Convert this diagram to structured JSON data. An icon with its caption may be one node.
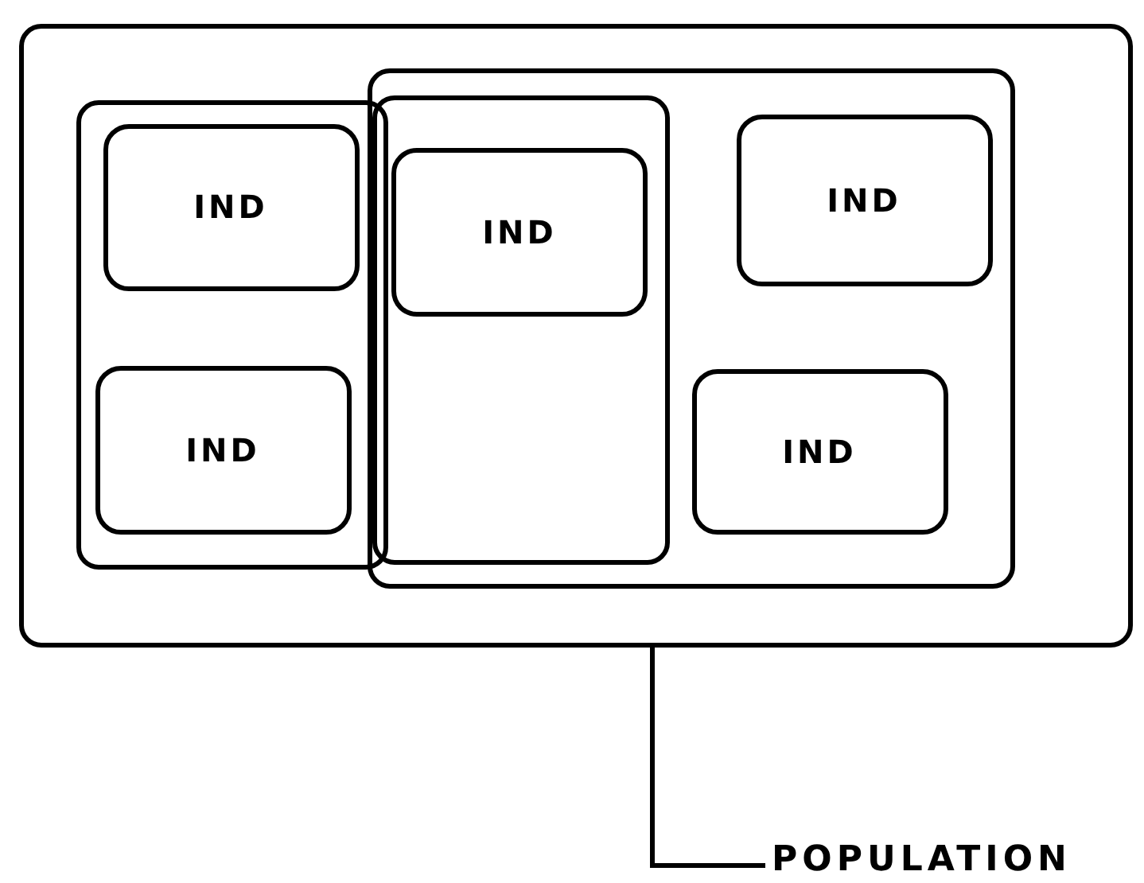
{
  "diagram": {
    "nodes": [
      {
        "text": [],
        "shape": "box"
      },
      {
        "text": [],
        "shape": "box",
        "in": 0
      },
      {
        "text": [
          "IND"
        ],
        "in": 1
      },
      {
        "text": [
          "IND"
        ],
        "in": 1
      },
      {
        "text": [],
        "shape": "box",
        "in": 0
      },
      {
        "text": [],
        "shape": "box",
        "in": 4
      },
      {
        "text": [
          "IND"
        ],
        "in": 5
      },
      {
        "text": [
          "IND"
        ],
        "in": 4
      },
      {
        "text": [
          "IND"
        ],
        "in": 4
      },
      {
        "text": [
          "POPULATION"
        ]
      }
    ],
    "edges": [
      {
        "from": 9,
        "to": 0,
        "arrow": "none"
      }
    ]
  }
}
